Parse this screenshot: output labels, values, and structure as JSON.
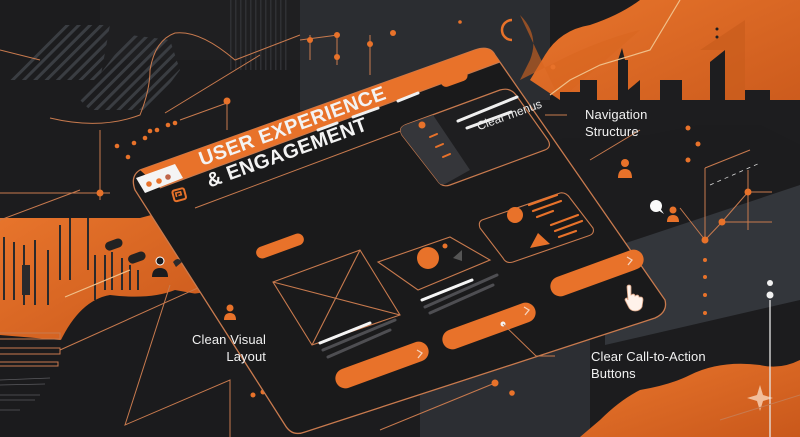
{
  "illustration": {
    "theme": "ux-design-concept",
    "colors": {
      "background": "#1c1c1e",
      "panel_dark": "#232325",
      "panel_gray": "#2e3036",
      "accent_orange": "#e8722a",
      "accent_orange_dark": "#c75a1c",
      "line_orange": "#c87a4e",
      "text_light": "#f1f1f1",
      "bar_gray": "#5a5a5e"
    }
  },
  "browser_mockup": {
    "window_dots": 3,
    "logo_icon": "browser-logo-icon",
    "headline_line1": "USER EXPERIENCE",
    "headline_line2": "& ENGAGEMENT",
    "nav_bar_items": 3,
    "menu_card": {
      "label": "Clear menus"
    },
    "cta_buttons": [
      {
        "arrow": "›"
      },
      {
        "arrow": "›"
      },
      {
        "arrow": "›"
      }
    ]
  },
  "callouts": {
    "navigation": {
      "line1": "Navigation",
      "line2": "Structure"
    },
    "layout": {
      "line1": "Clean Visual",
      "line2": "Layout"
    },
    "cta": {
      "line1": "Clear Call-to-Action",
      "line2": "Buttons"
    }
  }
}
